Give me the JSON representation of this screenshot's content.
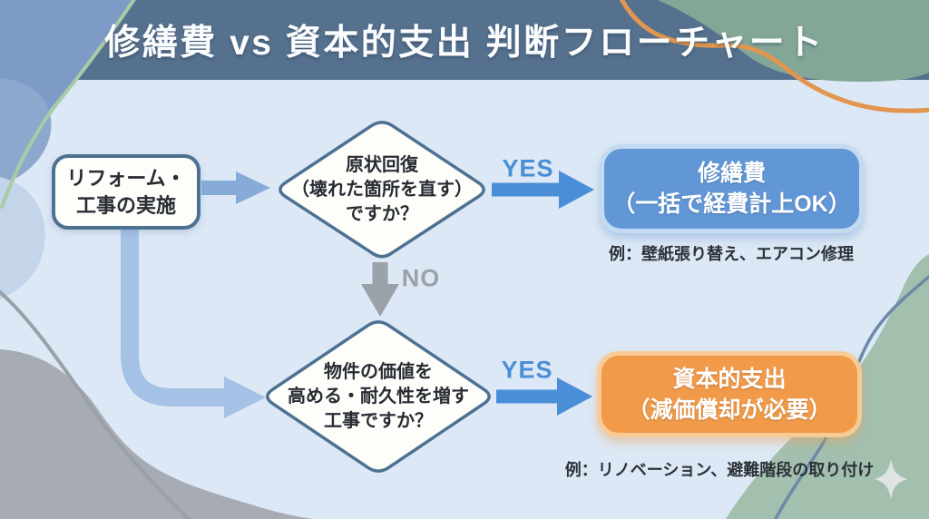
{
  "title": "修繕費 vs 資本的支出 判断フローチャート",
  "nodes": {
    "start": {
      "lines": [
        "リフォーム・",
        "工事の実施"
      ]
    },
    "decision1": {
      "lines": [
        "原状回復",
        "（壊れた箇所を直す）",
        "ですか？"
      ]
    },
    "decision2": {
      "lines": [
        "物件の価値を",
        "高める・耐久性を増す",
        "工事ですか？"
      ]
    },
    "repair": {
      "lines": [
        "修繕費",
        "（一括で経費計上OK）"
      ],
      "example": "例：壁紙張り替え、エアコン修理"
    },
    "capital": {
      "lines": [
        "資本的支出",
        "（減価償却が必要）"
      ],
      "example": "例：リノベーション、避難階段の取り付け"
    }
  },
  "labels": {
    "yes1": "YES",
    "yes2": "YES",
    "no": "NO"
  },
  "colors": {
    "title_bar": "#55718e",
    "canvas": "#dce8f5",
    "node_fill": "#fdfdfa",
    "node_border": "#4d7191",
    "node_text": "#272c33",
    "yes": "#4a8ed8",
    "no": "#9ba1a9",
    "flow_arrow": "#87abd8",
    "connector": "#a5c2e6",
    "repair_fill": "#6197d6",
    "repair_border": "#c3daf1",
    "capital_fill": "#f09a4a",
    "capital_border": "#f8cb96",
    "result_text": "#ffffff",
    "example_text": "#2c3138",
    "decor_periwinkle": "#7e9bc8",
    "decor_blue_mid": "#8ea8cd",
    "decor_blue_light": "#c4d4e9",
    "decor_green_line": "#a8cba6",
    "decor_green_top": "#83a697",
    "decor_green_bottom": "#a3bfae",
    "decor_orange_line": "#e2954e",
    "decor_gray_blob": "#a7acb4",
    "decor_gray_line": "#9aa0a8",
    "decor_blue_curve": "#6b89a8",
    "sparkle": "#dfe5e5"
  }
}
